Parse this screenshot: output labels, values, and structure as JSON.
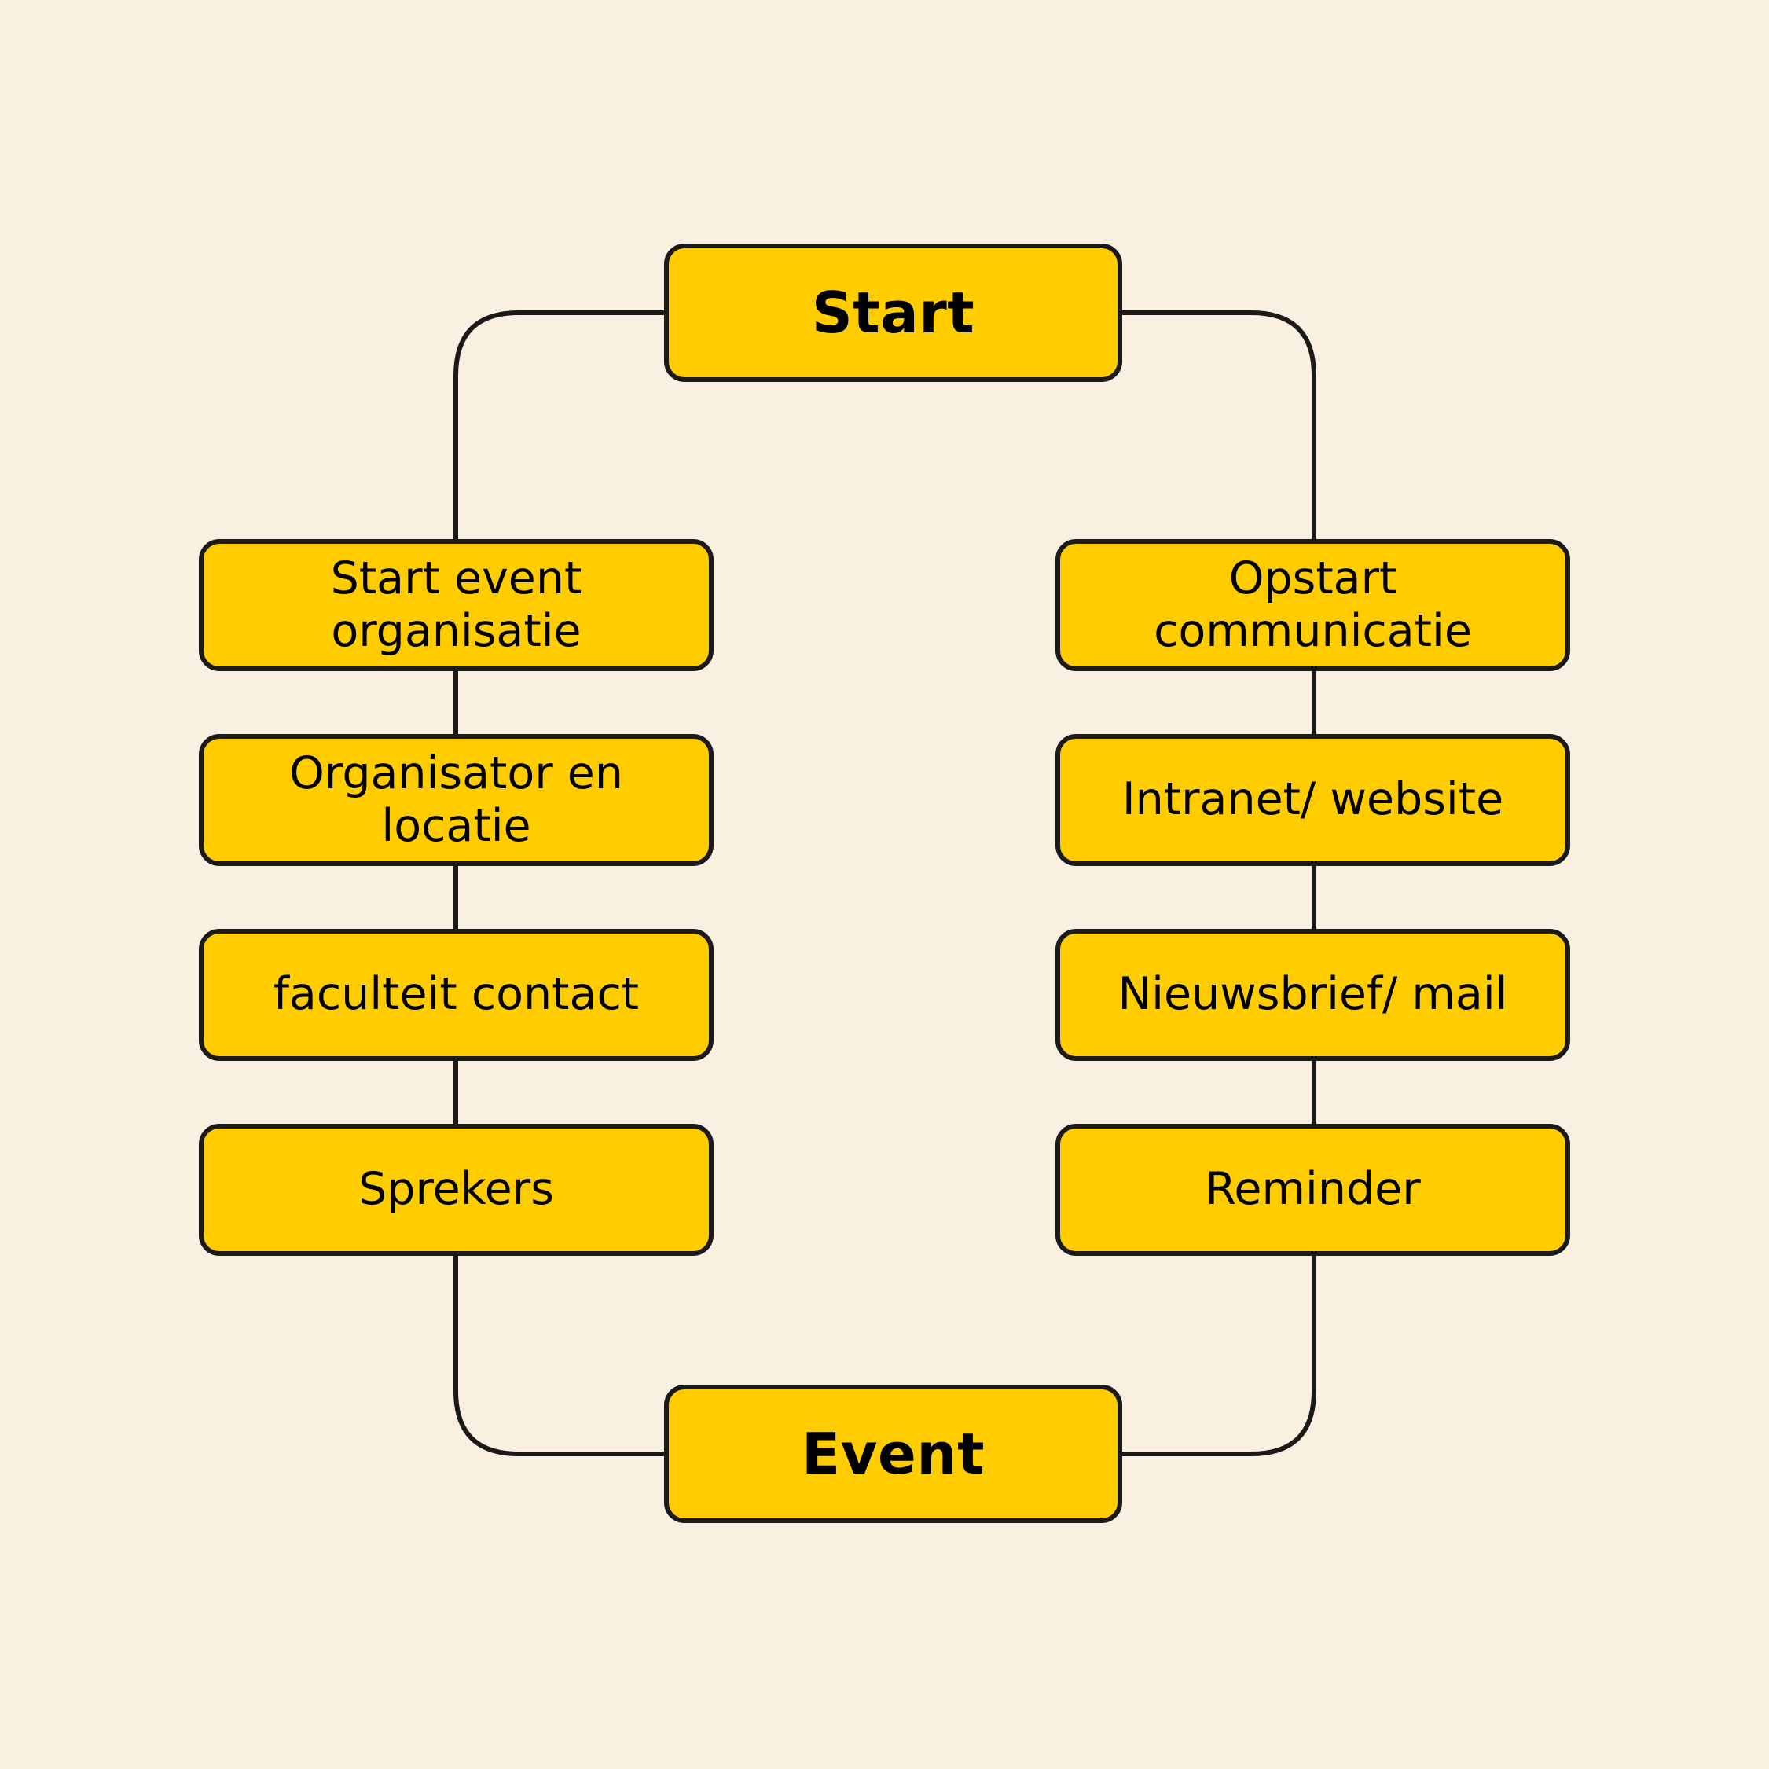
{
  "diagram": {
    "title": "Event organisatie flowchart",
    "language": "nl",
    "colors": {
      "background": "#faf0e1",
      "node_fill": "#ffcc00",
      "node_stroke": "#1c1a18",
      "text": "#000000",
      "connector": "#1c1a18"
    },
    "start_node": {
      "label": "Start"
    },
    "end_node": {
      "label": "Event"
    },
    "left_branch": {
      "name": "event-organisatie",
      "steps": [
        {
          "label": "Start event\norganisatie",
          "line1": "Start event",
          "line2": "organisatie"
        },
        {
          "label": "Organisator en\nlocatie",
          "line1": "Organisator en",
          "line2": "locatie"
        },
        {
          "label": "faculteit contact",
          "line1": "faculteit contact",
          "line2": ""
        },
        {
          "label": "Sprekers",
          "line1": "Sprekers",
          "line2": ""
        }
      ]
    },
    "right_branch": {
      "name": "communicatie",
      "steps": [
        {
          "label": "Opstart\ncommunicatie",
          "line1": "Opstart",
          "line2": "communicatie"
        },
        {
          "label": "Intranet/ website",
          "line1": "Intranet/ website",
          "line2": ""
        },
        {
          "label": "Nieuwsbrief/ mail",
          "line1": "Nieuwsbrief/ mail",
          "line2": ""
        },
        {
          "label": "Reminder",
          "line1": "Reminder",
          "line2": ""
        }
      ]
    },
    "connectors": [
      {
        "name": "start-to-left-branch",
        "from": "Start",
        "to": "Start event organisatie"
      },
      {
        "name": "start-to-right-branch",
        "from": "Start",
        "to": "Opstart communicatie"
      },
      {
        "name": "left-step-1-to-2",
        "from": "Start event organisatie",
        "to": "Organisator en locatie"
      },
      {
        "name": "left-step-2-to-3",
        "from": "Organisator en locatie",
        "to": "faculteit contact"
      },
      {
        "name": "left-step-3-to-4",
        "from": "faculteit contact",
        "to": "Sprekers"
      },
      {
        "name": "left-branch-to-event",
        "from": "Sprekers",
        "to": "Event"
      },
      {
        "name": "right-step-1-to-2",
        "from": "Opstart communicatie",
        "to": "Intranet/ website"
      },
      {
        "name": "right-step-2-to-3",
        "from": "Intranet/ website",
        "to": "Nieuwsbrief/ mail"
      },
      {
        "name": "right-step-3-to-4",
        "from": "Nieuwsbrief/ mail",
        "to": "Reminder"
      },
      {
        "name": "right-branch-to-event",
        "from": "Reminder",
        "to": "Event"
      }
    ]
  }
}
